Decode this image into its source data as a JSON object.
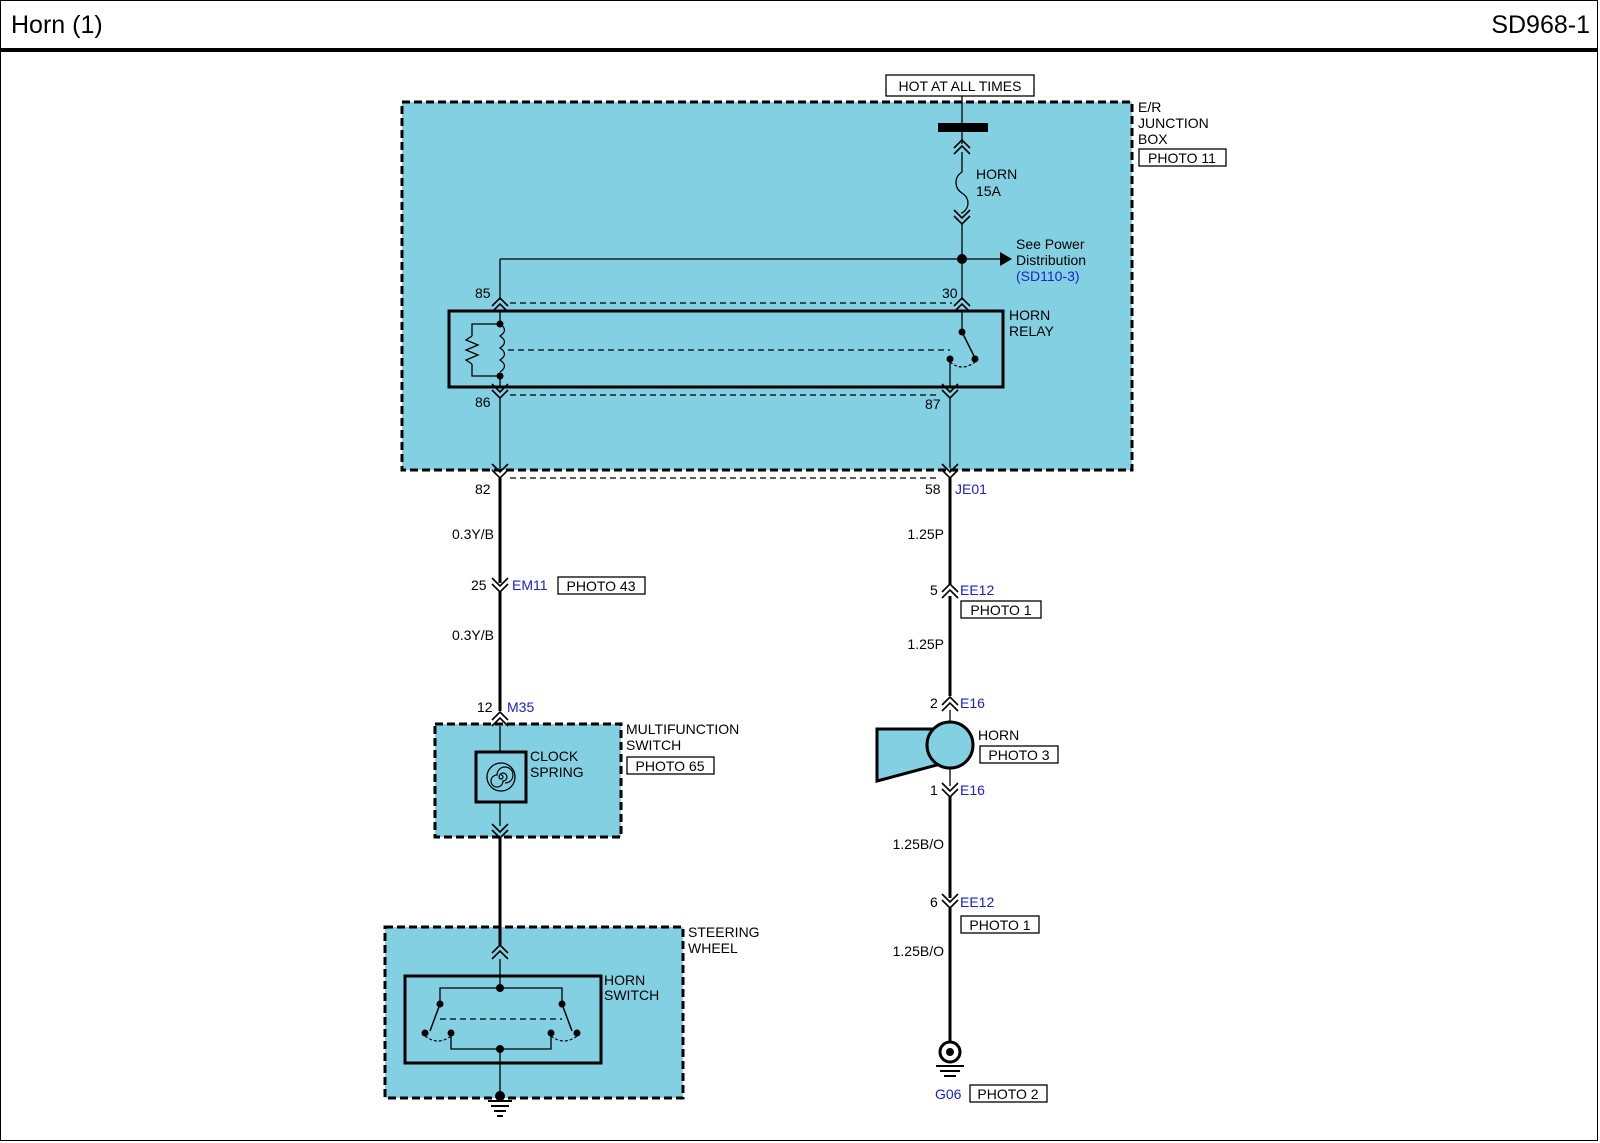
{
  "header": {
    "title": "Horn (1)",
    "code": "SD968-1"
  },
  "colors": {
    "module_fill": "#84d0e3",
    "link_blue": "#1a22c8",
    "line": "#000000"
  },
  "diagram": {
    "hot_label": "HOT AT ALL TIMES",
    "junction_box": {
      "name_l1": "E/R",
      "name_l2": "JUNCTION",
      "name_l3": "BOX",
      "photo": "PHOTO 11"
    },
    "fuse": {
      "name": "HORN",
      "rating": "15A"
    },
    "power_ref": {
      "line1": "See Power",
      "line2": "Distribution",
      "ref": "(SD110-3)"
    },
    "relay": {
      "name_l1": "HORN",
      "name_l2": "RELAY",
      "pins": {
        "p85": "85",
        "p30": "30",
        "p86": "86",
        "p87": "87"
      }
    },
    "left_circuit": {
      "pin_82": "82",
      "wire_1": "0.3Y/B",
      "pin_25": "25",
      "conn_em11": "EM11",
      "photo_em11": "PHOTO 43",
      "wire_2": "0.3Y/B",
      "pin_12": "12",
      "conn_m35": "M35"
    },
    "multifunction_switch": {
      "name_l1": "MULTIFUNCTION",
      "name_l2": "SWITCH",
      "photo": "PHOTO 65",
      "clock_l1": "CLOCK",
      "clock_l2": "SPRING"
    },
    "steering_wheel": {
      "name_l1": "STEERING",
      "name_l2": "WHEEL",
      "switch_l1": "HORN",
      "switch_l2": "SWITCH"
    },
    "right_circuit": {
      "pin_58": "58",
      "conn_je01": "JE01",
      "wire_1": "1.25P",
      "pin_5": "5",
      "conn_ee12_a": "EE12",
      "photo_ee12_a": "PHOTO 1",
      "wire_2": "1.25P",
      "pin_2": "2",
      "conn_e16_a": "E16",
      "pin_1": "1",
      "conn_e16_b": "E16",
      "wire_3": "1.25B/O",
      "pin_6": "6",
      "conn_ee12_b": "EE12",
      "photo_ee12_b": "PHOTO 1",
      "wire_4": "1.25B/O",
      "ground": "G06",
      "ground_photo": "PHOTO 2"
    },
    "horn": {
      "name": "HORN",
      "photo": "PHOTO 3"
    }
  }
}
